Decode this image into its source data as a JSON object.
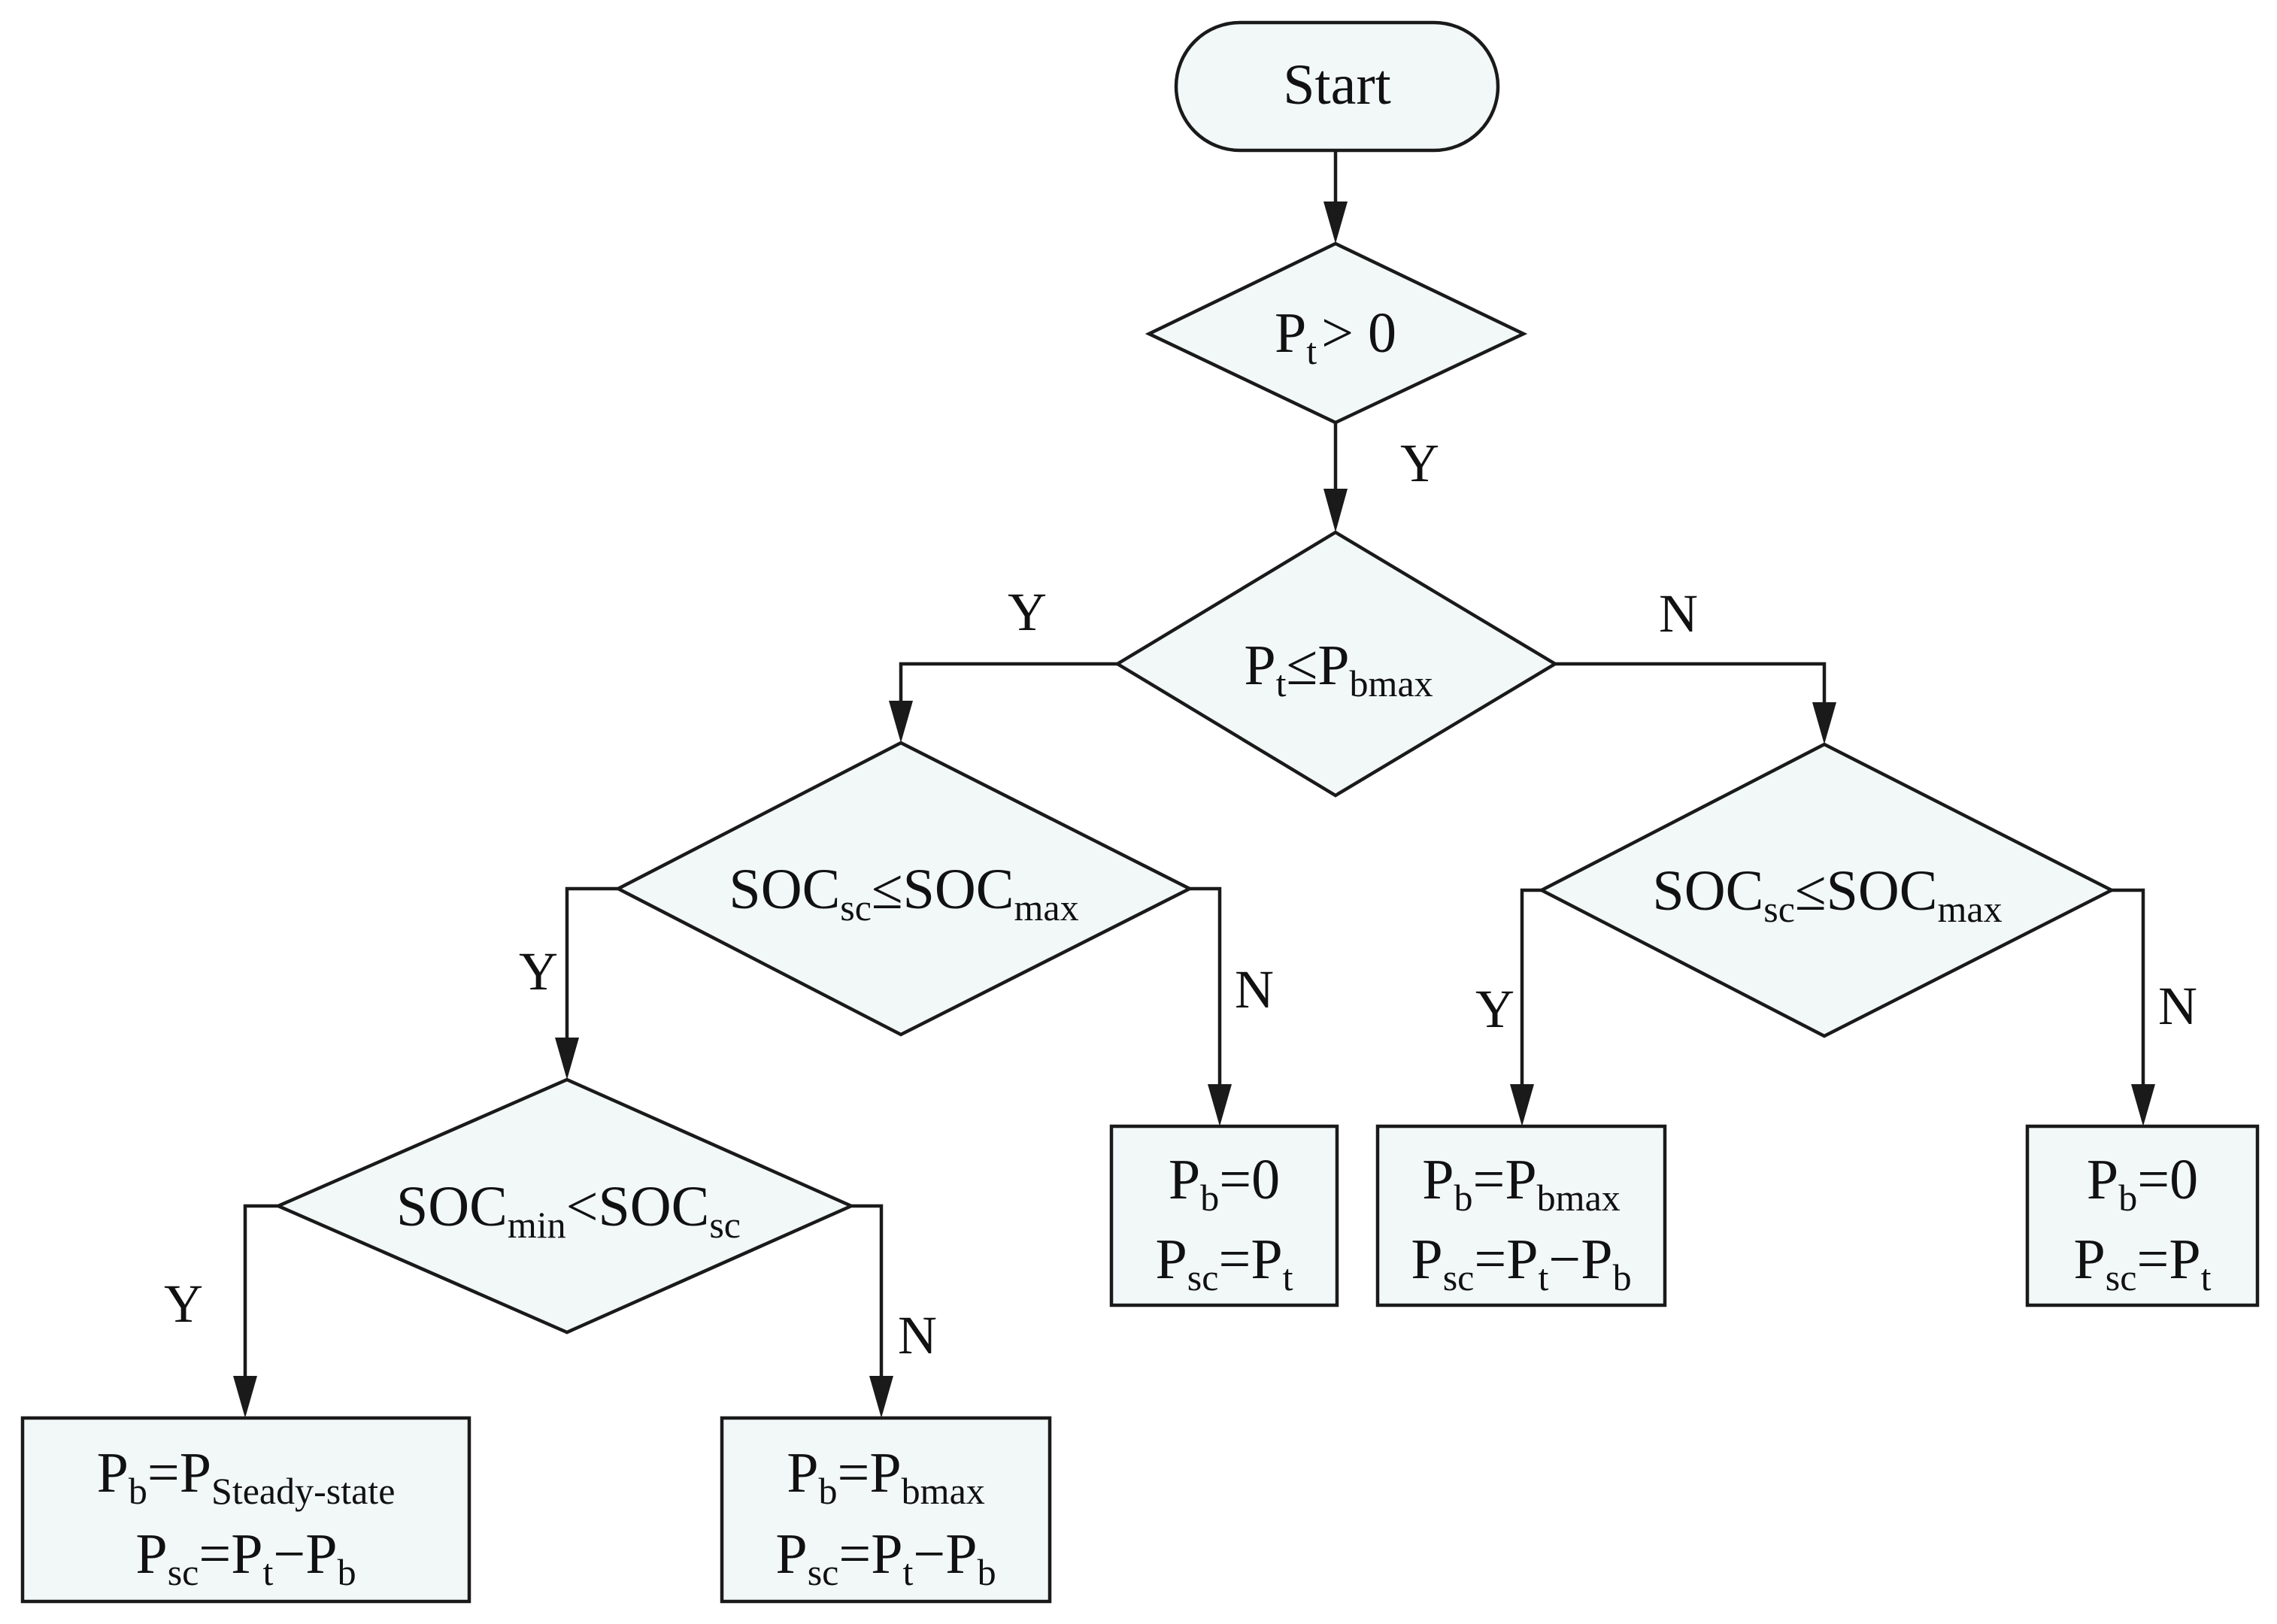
{
  "flowchart": {
    "start": "Start",
    "decision_pt_positive": {
      "main": "P",
      "sub": "t",
      "rest": "> 0"
    },
    "decision_pt_le_pbmax": {
      "p1": "P",
      "s1": "t",
      "op": "≤",
      "p2": "P",
      "s2": "bmax"
    },
    "decision_left_soc_max": {
      "p1": "SOC",
      "s1": "sc",
      "op": "≤",
      "p2": "SOC",
      "s2": "max"
    },
    "decision_right_soc_max": {
      "p1": "SOC",
      "s1": "sc",
      "op": "≤",
      "p2": "SOC",
      "s2": "max"
    },
    "decision_soc_min": {
      "p1": "SOC",
      "s1": "min",
      "op": "<",
      "p2": "SOC",
      "s2": "sc"
    },
    "box_steady_state": {
      "line1": {
        "p1": "P",
        "s1": "b",
        "eq": "=",
        "p2": "P",
        "s2": "Steady-state"
      },
      "line2": {
        "p1": "P",
        "s1": "sc",
        "eq": "=",
        "p2": "P",
        "s2": "t",
        "op": "−",
        "p3": "P",
        "s3": "b"
      }
    },
    "box_left_bmax": {
      "line1": {
        "p1": "P",
        "s1": "b",
        "eq": "=",
        "p2": "P",
        "s2": "bmax"
      },
      "line2": {
        "p1": "P",
        "s1": "sc",
        "eq": "=",
        "p2": "P",
        "s2": "t",
        "op": "−",
        "p3": "P",
        "s3": "b"
      }
    },
    "box_left_zero": {
      "line1": {
        "p1": "P",
        "s1": "b",
        "eq": "=",
        "v": "0"
      },
      "line2": {
        "p1": "P",
        "s1": "sc",
        "eq": "=",
        "p2": "P",
        "s2": "t"
      }
    },
    "box_right_bmax": {
      "line1": {
        "p1": "P",
        "s1": "b",
        "eq": "=",
        "p2": "P",
        "s2": "bmax"
      },
      "line2": {
        "p1": "P",
        "s1": "sc",
        "eq": "=",
        "p2": "P",
        "s2": "t",
        "op": "−",
        "p3": "P",
        "s3": "b"
      }
    },
    "box_right_zero": {
      "line1": {
        "p1": "P",
        "s1": "b",
        "eq": "=",
        "v": "0"
      },
      "line2": {
        "p1": "P",
        "s1": "sc",
        "eq": "=",
        "p2": "P",
        "s2": "t"
      }
    },
    "branch_labels": {
      "yes": "Y",
      "no": "N"
    }
  }
}
